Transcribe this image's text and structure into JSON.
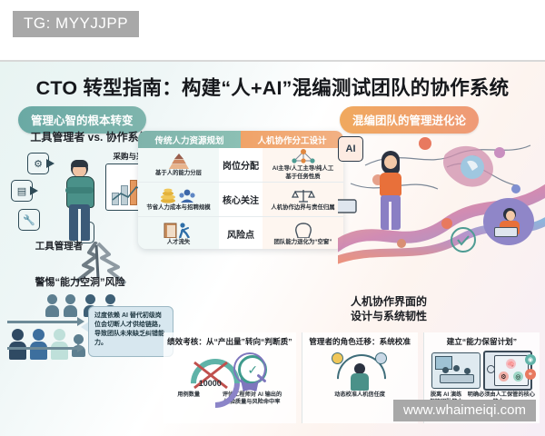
{
  "watermarks": {
    "telegram": "TG: MYYJJPP",
    "site": "www.whaimeiqi.com"
  },
  "poster": {
    "title": "CTO 转型指南：构建“人+AI”混编测试团队的协作系统",
    "left_section": {
      "pill": "管理心智的根本转变",
      "subtitle": "工具管理者 vs. 协作系统设计者",
      "chart_label": "采购与采用率",
      "figure_label": "工具管理者",
      "warning": "警惕“能力空洞”风险",
      "bubble": "过度依赖 AI 替代初级岗位会切断人才供给链路，导致团队未来缺乏纠错能力。"
    },
    "compare": {
      "head_left": "传统人力资源规划",
      "head_right": "人机协作分工设计",
      "rows": [
        {
          "label": "岗位分配",
          "left_icon": "pyramid-icon",
          "left_caption": "基于人的能力分层",
          "right_icon": "network-icon",
          "right_caption_1": "AI主导/人工主导/纯人工",
          "right_caption_2": "基于任务性质"
        },
        {
          "label": "核心关注",
          "left_icon": "coins-people-icon",
          "left_caption": "节省人力成本与招聘规模",
          "right_icon": "scales-icon",
          "right_caption_1": "人机协作边界与责任归属",
          "right_caption_2": ""
        },
        {
          "label": "风险点",
          "left_icon": "exit-door-icon",
          "left_caption": "人才流失",
          "right_icon": "empty-head-icon",
          "right_caption_1": "团队能力退化为“空窗”",
          "right_caption_2": ""
        }
      ]
    },
    "right_section": {
      "pill": "混编团队的管理进化论",
      "caption": "人机协作界面的\n设计与系统韧性",
      "caption_line1": "人机协作界面的",
      "caption_line2": "设计与系统韧性",
      "chip_label": "AI"
    },
    "cards": [
      {
        "title": "绩效考核：从“产出量”转向“判断质”",
        "art_left": "crossed-gauge-icon",
        "gauge_value": "10000",
        "caption_left": "用例数量",
        "art_right": "quality-badge-icon",
        "caption_right": "评估工程师对 AI 输出的\n校验质量与风险命中率",
        "caption_right_1": "评估工程师对 AI 输出的",
        "caption_right_2": "校验质量与风险命中率"
      },
      {
        "title": "管理者的角色迁移：系统校准",
        "art_left": "trust-calibration-icon",
        "caption_left": "动态校准人机信任度",
        "caption_left_1": "动态校准人机信任度",
        "caption_left_2": ""
      },
      {
        "title": "建立“能力保留计划”",
        "art_left": "meeting-room-icon",
        "caption_left_1": "脱离 AI 演练",
        "caption_left_2": "保持团队能力基线",
        "art_right": "safe-vault-icon",
        "caption_right_1": "明确必须由人工保管的核心能力，",
        "caption_right_2": "确保在 AI 失效时组织仍能运转"
      }
    ],
    "colors": {
      "teal_pill": "#6aa9a4",
      "orange_pill": "#f0a95e",
      "title": "#16181c",
      "bubble_bg": "#d7e7ef",
      "accent_orange": "#e8703a",
      "accent_purple": "#8a7fc4"
    }
  }
}
